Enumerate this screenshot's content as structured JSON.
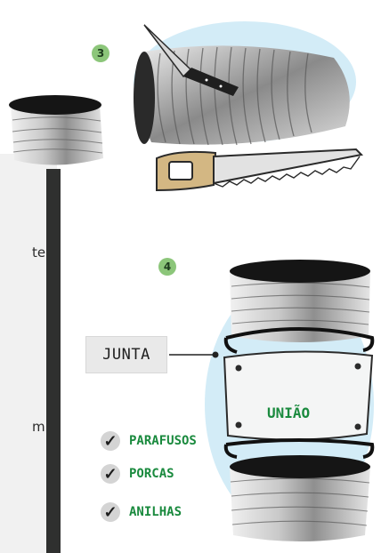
{
  "left_text": {
    "fragment_1": "te",
    "fragment_2": "m"
  },
  "steps": [
    {
      "number": "3"
    },
    {
      "number": "4"
    }
  ],
  "labels": {
    "junta": "JUNTA",
    "uniao": "UNIÃO"
  },
  "checklist": [
    {
      "label": "PARAFUSOS",
      "icon": "check-icon"
    },
    {
      "label": "PORCAS",
      "icon": "check-icon"
    },
    {
      "label": "ANILHAS",
      "icon": "check-icon"
    }
  ],
  "colors": {
    "green_text": "#1a8a3e",
    "badge": "#8cc67a",
    "splash": "#bfe3f3",
    "pole": "#2f302f",
    "panel": "#f1f1f1"
  }
}
